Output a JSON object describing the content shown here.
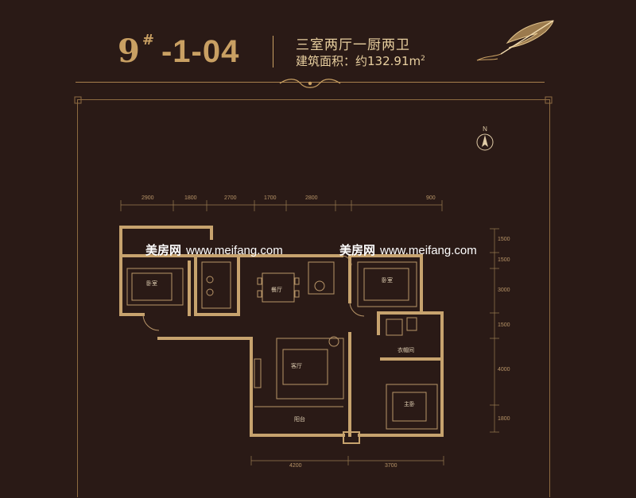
{
  "header": {
    "unit_number": "9",
    "unit_mark": "#",
    "unit_code": "-1-04",
    "layout_type": "三室两厅一厨两卫",
    "area_label": "建筑面积：约132.91m",
    "area_unit_sup": "2"
  },
  "compass": {
    "label": "N"
  },
  "dimensions": {
    "top": [
      "2900",
      "1800",
      "2700",
      "1700",
      "2800",
      "900"
    ],
    "bottom": [
      "4200",
      "3700"
    ],
    "right": [
      "1500",
      "1500",
      "3000",
      "1500",
      "4000",
      "1800"
    ]
  },
  "rooms": {
    "bedroom_left": "卧室",
    "dining": "餐厅",
    "bedroom_right": "卧室",
    "closet": "衣帽间",
    "living": "客厅",
    "master_bedroom": "主卧",
    "balcony": "阳台"
  },
  "watermarks": [
    {
      "brand": "美房网",
      "url": "www.meifang.com"
    },
    {
      "brand": "美房网",
      "url": "www.meifang.com"
    }
  ],
  "colors": {
    "background": "#2a1a16",
    "gold": "#c9a063",
    "wall": "#c7a36e"
  }
}
